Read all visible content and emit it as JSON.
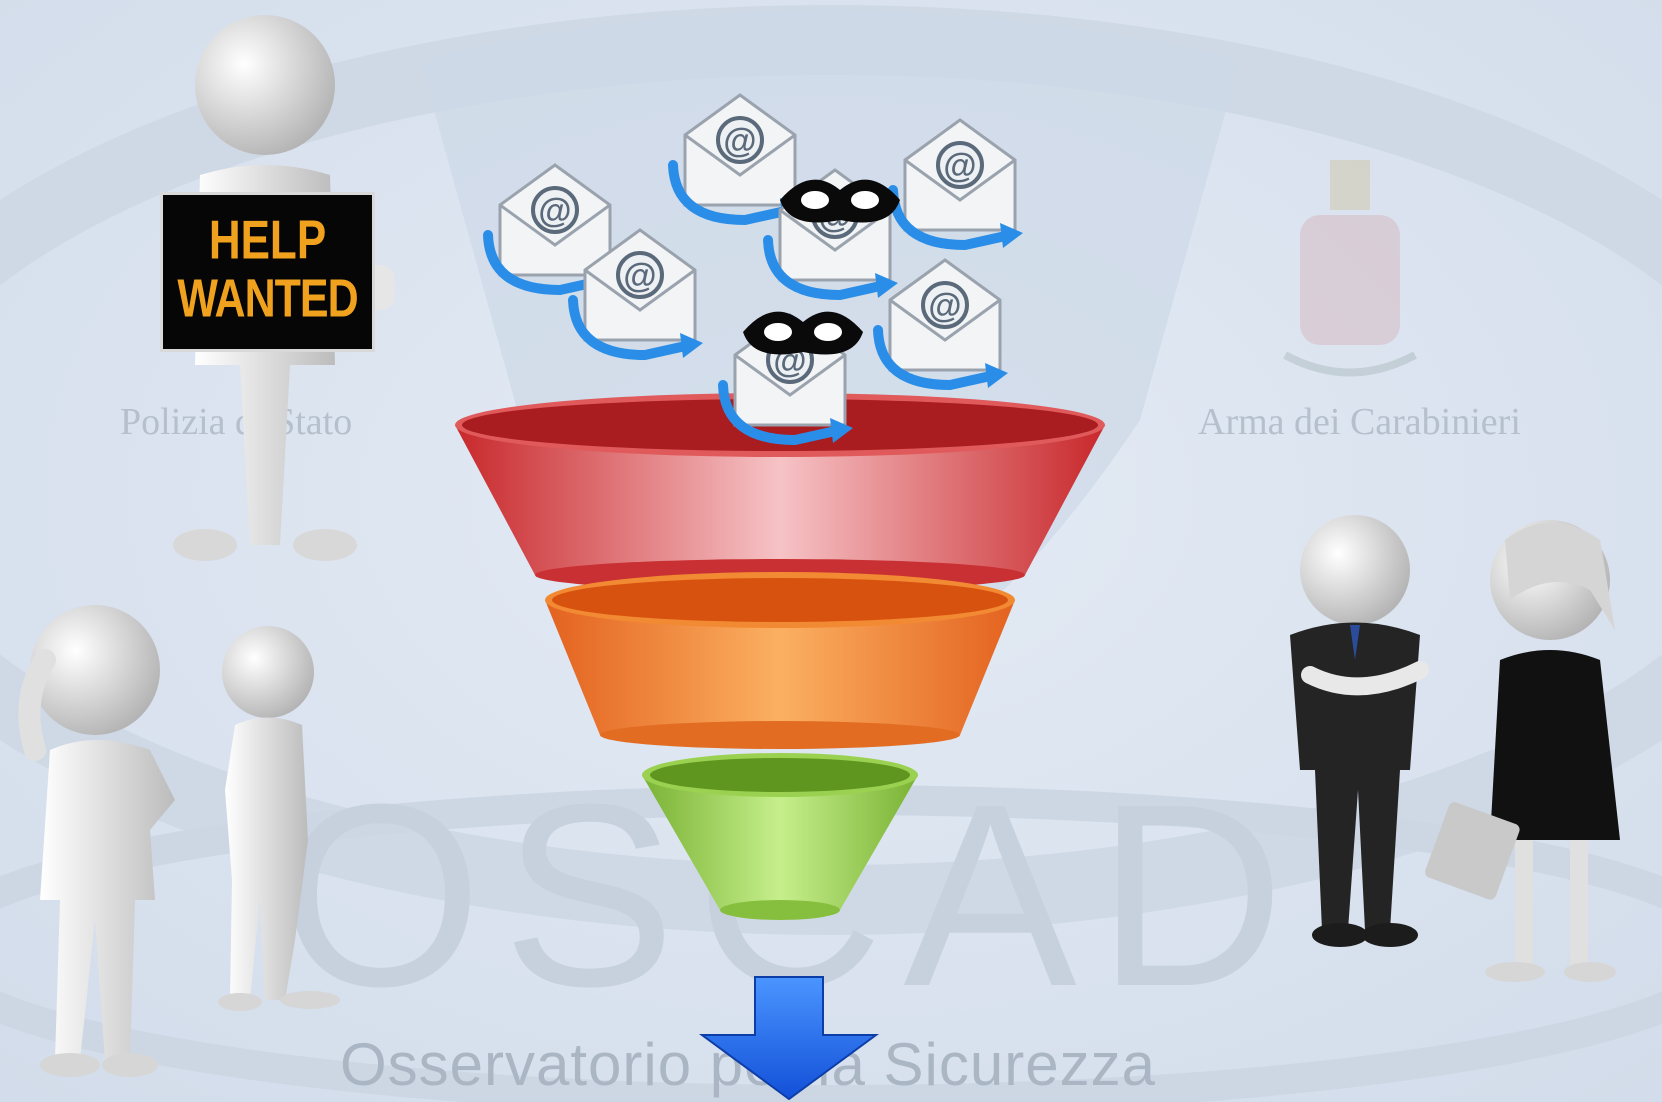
{
  "sign": {
    "line1": "HELP",
    "line2": "WANTED"
  },
  "watermark": {
    "polizia": "Polizia di Stato",
    "arma": "Arma dei Carabinieri",
    "acronym": "OSCAD",
    "tagline": "Osservatorio per la Sicurezza"
  },
  "icons": {
    "email": "email-envelope-icon",
    "mask": "thief-mask-icon",
    "arrow": "down-arrow-icon"
  },
  "colors": {
    "background": "#dde6f2",
    "funnel_top": "#d9393a",
    "funnel_middle": "#ee7a2a",
    "funnel_bottom": "#8ec642",
    "arrow": "#1e6ef0",
    "sign_text": "#f0a21e"
  }
}
